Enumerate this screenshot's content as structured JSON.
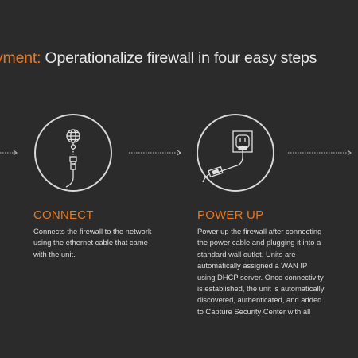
{
  "header": {
    "accent": "yment:",
    "title": " Operationalize firewall in four easy steps"
  },
  "steps": [
    {
      "title": "CONNECT",
      "icon": "globe-ethernet-icon",
      "lines": [
        "Connects the firewall to the network",
        "using the ethernet cable that came",
        "with the unit."
      ]
    },
    {
      "title": "POWER UP",
      "icon": "power-outlet-icon",
      "lines": [
        "Power up the firewall after connecting",
        "the power cable and plugging it into a",
        "standard wall outlet. Units are",
        "automatically assigned a WAN IP",
        "using DHCP server. Once connectivity",
        "is established, the unit is automatically",
        "discovered, authenticated, and added",
        "to Capture Security Center with all"
      ]
    }
  ],
  "colors": {
    "background": "#2b2b2b",
    "accent": "#e8771f",
    "text": "#e6e6e6",
    "line": "#d9d9d9"
  }
}
